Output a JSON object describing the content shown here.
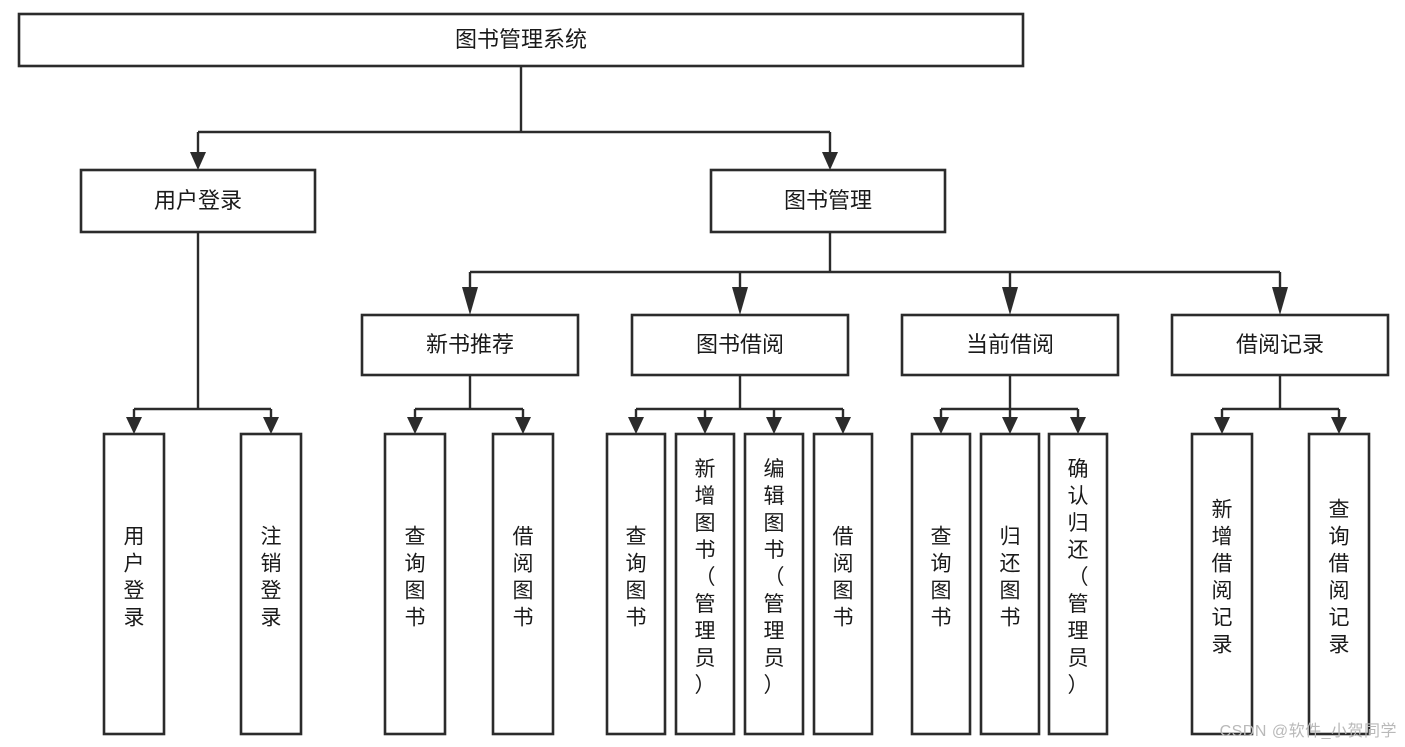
{
  "diagram": {
    "type": "tree-hierarchy-diagram",
    "title": "图书管理系统",
    "background_color": "#ffffff",
    "box_stroke_color": "#2b2b2b",
    "box_fill_color": "#ffffff",
    "text_color": "#1a1a1a"
  },
  "root": {
    "label": "图书管理系统"
  },
  "level2": [
    {
      "label": "用户登录"
    },
    {
      "label": "图书管理"
    }
  ],
  "level3": [
    {
      "label": "新书推荐"
    },
    {
      "label": "图书借阅"
    },
    {
      "label": "当前借阅"
    },
    {
      "label": "借阅记录"
    }
  ],
  "leaves": {
    "user_login": [
      {
        "label": "用户登录"
      },
      {
        "label": "注销登录"
      }
    ],
    "new_book_recommend": [
      {
        "label": "查询图书"
      },
      {
        "label": "借阅图书"
      }
    ],
    "book_borrow": [
      {
        "label": "查询图书"
      },
      {
        "label": "新增图书（管理员）"
      },
      {
        "label": "编辑图书（管理员）"
      },
      {
        "label": "借阅图书"
      }
    ],
    "current_borrow": [
      {
        "label": "查询图书"
      },
      {
        "label": "归还图书"
      },
      {
        "label": "确认归还（管理员）"
      }
    ],
    "borrow_record": [
      {
        "label": "新增借阅记录"
      },
      {
        "label": "查询借阅记录"
      }
    ]
  },
  "watermark": {
    "text": "CSDN @软件_小贺同学",
    "color": "#b9b9b9"
  }
}
